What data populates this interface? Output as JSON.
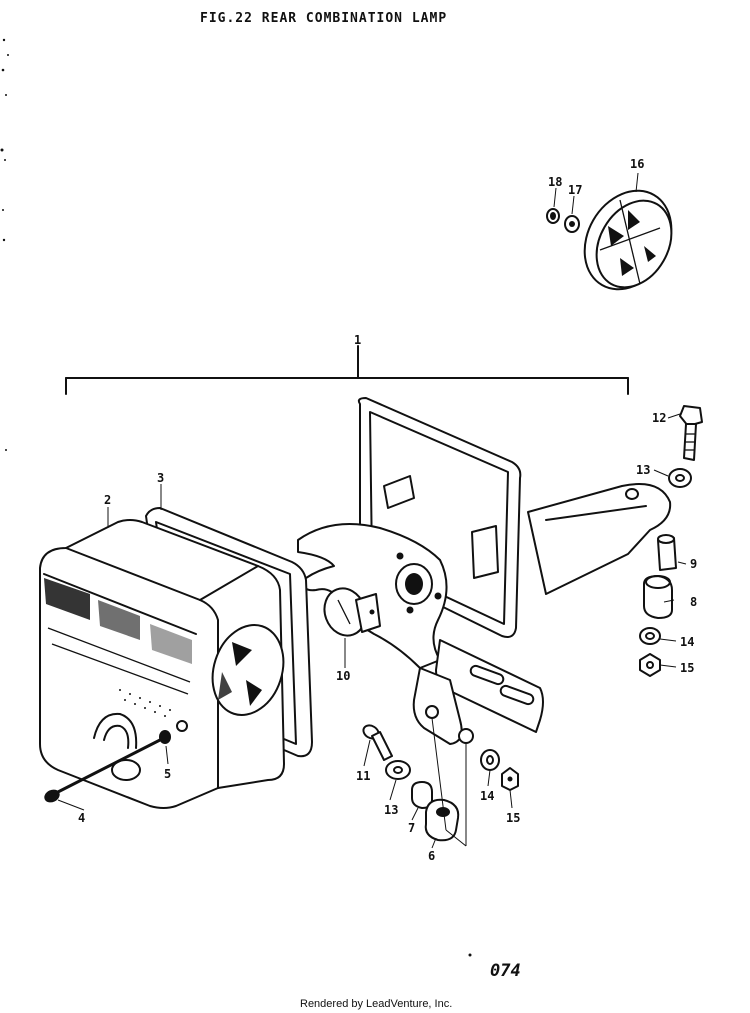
{
  "figure": {
    "title": "FIG.22  REAR COMBINATION LAMP",
    "page_number": "074",
    "footer": "Rendered by LeadVenture, Inc."
  },
  "callouts": {
    "c1": "1",
    "c2": "2",
    "c3": "3",
    "c4": "4",
    "c5": "5",
    "c6": "6",
    "c7": "7",
    "c8": "8",
    "c9": "9",
    "c10": "10",
    "c11": "11",
    "c12": "12",
    "c13a": "13",
    "c13b": "13",
    "c14a": "14",
    "c14b": "14",
    "c15a": "15",
    "c15b": "15",
    "c16": "16",
    "c17": "17",
    "c18": "18"
  },
  "colors": {
    "ink": "#111111",
    "paper": "#ffffff"
  }
}
